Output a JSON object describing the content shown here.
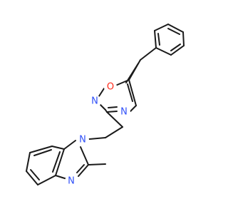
{
  "molecule": {
    "atoms": [
      {
        "id": "O1",
        "symbol": "O",
        "color": "#ff2a1a"
      },
      {
        "id": "N2",
        "symbol": "N",
        "color": "#3050f8"
      },
      {
        "id": "N4",
        "symbol": "N",
        "color": "#3050f8"
      },
      {
        "id": "N1b",
        "symbol": "N",
        "color": "#3050f8"
      },
      {
        "id": "N3b",
        "symbol": "N",
        "color": "#3050f8"
      }
    ],
    "bond_color": "#1a1a1a"
  }
}
